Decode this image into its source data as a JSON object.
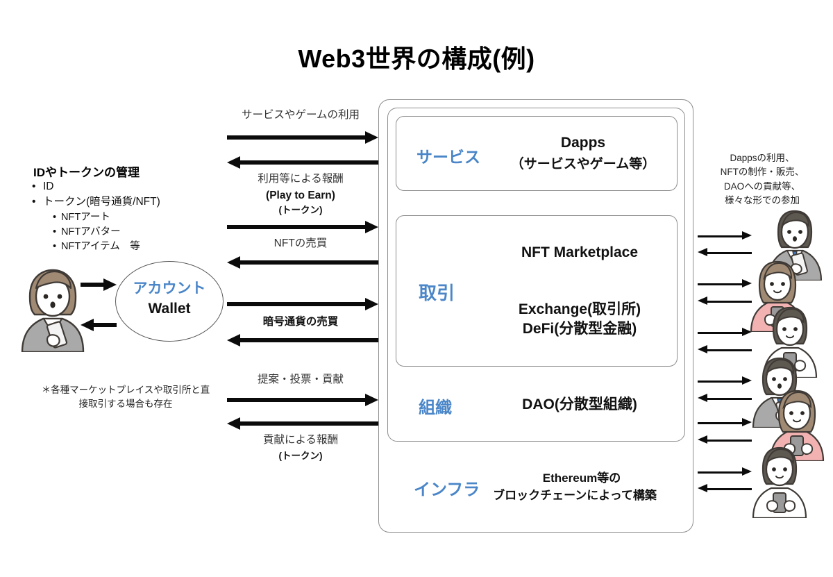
{
  "title": "Web3世界の構成(例)",
  "left": {
    "heading": "IDやトークンの管理",
    "items": [
      {
        "level": 1,
        "text": "ID"
      },
      {
        "level": 1,
        "text": "トークン(暗号通貨/NFT)"
      },
      {
        "level": 2,
        "text": "NFTアート"
      },
      {
        "level": 2,
        "text": "NFTアバター"
      },
      {
        "level": 2,
        "text": "NFTアイテム　等"
      }
    ],
    "footnote": "＊各種マーケットプレイスや取引所と直接取引する場合も存在"
  },
  "wallet": {
    "label_jp": "アカウント",
    "label_en": "Wallet"
  },
  "flows": [
    {
      "id": "service-use",
      "direction": "right",
      "label": "サービスやゲームの利用",
      "bold": false,
      "sub": ""
    },
    {
      "id": "play-to-earn",
      "direction": "left",
      "label": "利用等による報酬",
      "bold": false,
      "strong_line": "(Play to Earn)",
      "sub": "(トークン)"
    },
    {
      "id": "nft-trade",
      "direction": "right",
      "label": "",
      "bold": false,
      "sub": ""
    },
    {
      "id": "nft-trade-back",
      "direction": "left",
      "label": "NFTの売買",
      "bold": false,
      "sub": ""
    },
    {
      "id": "crypto-trade",
      "direction": "right",
      "label": "",
      "bold": false,
      "sub": ""
    },
    {
      "id": "crypto-back",
      "direction": "left",
      "label": "暗号通貨の売買",
      "bold": true,
      "sub": ""
    },
    {
      "id": "governance",
      "direction": "right",
      "label": "提案・投票・貢献",
      "bold": false,
      "sub": ""
    },
    {
      "id": "contrib-reward",
      "direction": "left",
      "label": "貢献による報酬",
      "bold": false,
      "sub": "(トークン)"
    }
  ],
  "arrow_labels": {
    "service_use": "サービスやゲームの利用",
    "reward_line1": "利用等による報酬",
    "reward_line2": "(Play to Earn)",
    "reward_line3": "(トークン)",
    "nft_trade": "NFTの売買",
    "crypto_trade": "暗号通貨の売買",
    "governance": "提案・投票・貢献",
    "contribution_reward": "貢献による報酬",
    "contribution_sub": "(トークン)"
  },
  "layers": [
    {
      "key": "service",
      "label": "サービス",
      "lines": [
        "Dapps",
        "（サービスやゲーム等）"
      ]
    },
    {
      "key": "trade",
      "label": "取引",
      "lines": [
        "NFT Marketplace",
        "Exchange(取引所)",
        "DeFi(分散型金融)"
      ]
    },
    {
      "key": "org",
      "label": "組織",
      "lines": [
        "DAO(分散型組織)"
      ]
    },
    {
      "key": "infra",
      "label": "インフラ",
      "lines": [
        "Ethereum等の",
        "ブロックチェーンによって構築"
      ]
    }
  ],
  "layer_text": {
    "service_label": "サービス",
    "service_l1": "Dapps",
    "service_l2": "（サービスやゲーム等）",
    "trade_label": "取引",
    "trade_l1": "NFT Marketplace",
    "trade_l2": "Exchange(取引所)",
    "trade_l3": "DeFi(分散型金融)",
    "org_label": "組織",
    "org_l1": "DAO(分散型組織)",
    "infra_label": "インフラ",
    "infra_l1": "Ethereum等の",
    "infra_l2": "ブロックチェーンによって構築"
  },
  "right": {
    "note": "Dappsの利用、NFTの制作・販売、DAOへの貢献等、様々な形での参加",
    "note_lines": [
      "Dappsの利用、",
      "NFTの制作・販売、",
      "DAOへの貢献等、",
      "様々な形での参加"
    ]
  },
  "colors": {
    "accent_blue": "#4a86c8",
    "box_border": "#8c8c8c",
    "arrow": "#0b0b0b",
    "text": "#111111",
    "suit_gray": "#a8a8a8",
    "top_pink": "#f2b2b2",
    "hair_brown": "#a08a74",
    "hair_dark": "#5d5850",
    "tie_blue": "#3f74b5"
  },
  "people": {
    "left_user": "woman-gray-jacket-phone",
    "right_users": [
      "man-suit-tie-phone",
      "woman-pink-top-phone",
      "boy-white-shirt-phone",
      "man-suit-tie-phone",
      "woman-pink-top-phone",
      "boy-white-shirt-phone"
    ]
  }
}
